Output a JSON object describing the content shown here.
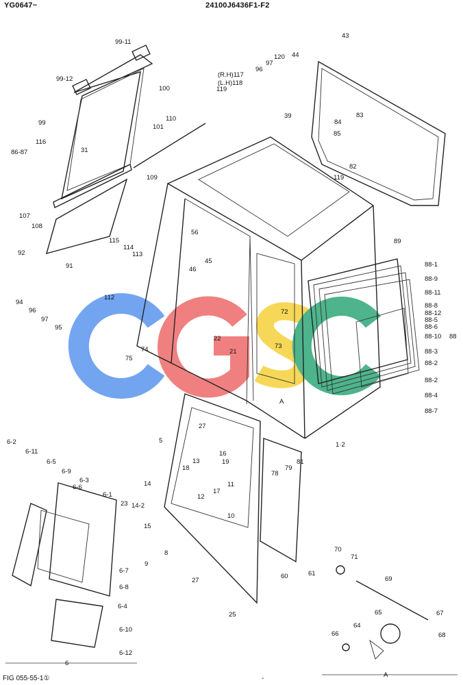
{
  "header": {
    "serial": "YG0647~",
    "drawing_no": "24100J6436F1-F2"
  },
  "footer": {
    "fig_no": "FIG 055-55-1①",
    "dash": "-"
  },
  "watermark": {
    "text": "CGSC",
    "colors": [
      "#3b82f6",
      "#ef4444",
      "#facc15",
      "#22a06b"
    ]
  },
  "part_labels": [
    "99-11",
    "99-12",
    "100",
    "99",
    "101",
    "110",
    "31",
    "116",
    "86-87",
    "109",
    "107",
    "108",
    "92",
    "91",
    "(R.H)117",
    "(L.H)118",
    "119",
    "96",
    "97",
    "120",
    "43",
    "44",
    "39",
    "84",
    "83",
    "85",
    "82",
    "119",
    "56",
    "115",
    "114",
    "113",
    "112",
    "46",
    "45",
    "94",
    "96",
    "97",
    "95",
    "89",
    "88-1",
    "88-9",
    "88-11",
    "88-8",
    "88-12",
    "88-5",
    "88-6",
    "88-10",
    "88",
    "88-3",
    "88-2",
    "88-2",
    "88-4",
    "88-7",
    "72",
    "73",
    "22",
    "21",
    "74",
    "75",
    "A",
    "1·2",
    "5",
    "27",
    "16",
    "18",
    "13",
    "19",
    "17",
    "12",
    "11",
    "10",
    "14",
    "14-2",
    "15",
    "8",
    "9",
    "27",
    "25",
    "81",
    "78",
    "79",
    "60",
    "61",
    "6-2",
    "6-11",
    "6-5",
    "6-9",
    "6-3",
    "6-6",
    "6-1",
    "23",
    "6-7",
    "6-8",
    "6-4",
    "6-10",
    "6-12",
    "6",
    "70",
    "71",
    "69",
    "67",
    "65",
    "64",
    "68",
    "66",
    "A"
  ]
}
